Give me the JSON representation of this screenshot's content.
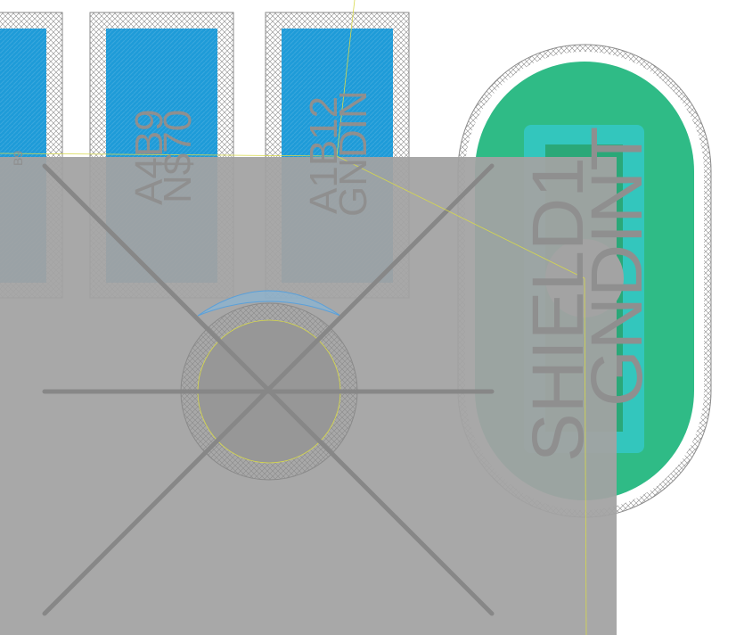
{
  "colors": {
    "background": "#ffffff",
    "component_body": "#a3a3a3",
    "pad_blue": "#1e9bd8",
    "pad_green": "#2fbb86",
    "pad_teal": "#33c6bd",
    "keepout_hatch": "#8a8a8a",
    "label_gray": "#8f8f8f",
    "cross_gray": "#878787",
    "ratsnest_yellow": "#d7d94a"
  },
  "pads": [
    {
      "name": "B9",
      "net": ""
    },
    {
      "name": "A4B9",
      "net": "N$70"
    },
    {
      "name": "A1B12",
      "net": "GNDIN"
    }
  ],
  "shield": {
    "name": "SHIELD1",
    "net": "GNDINT"
  },
  "via": {
    "shape": "circle"
  }
}
